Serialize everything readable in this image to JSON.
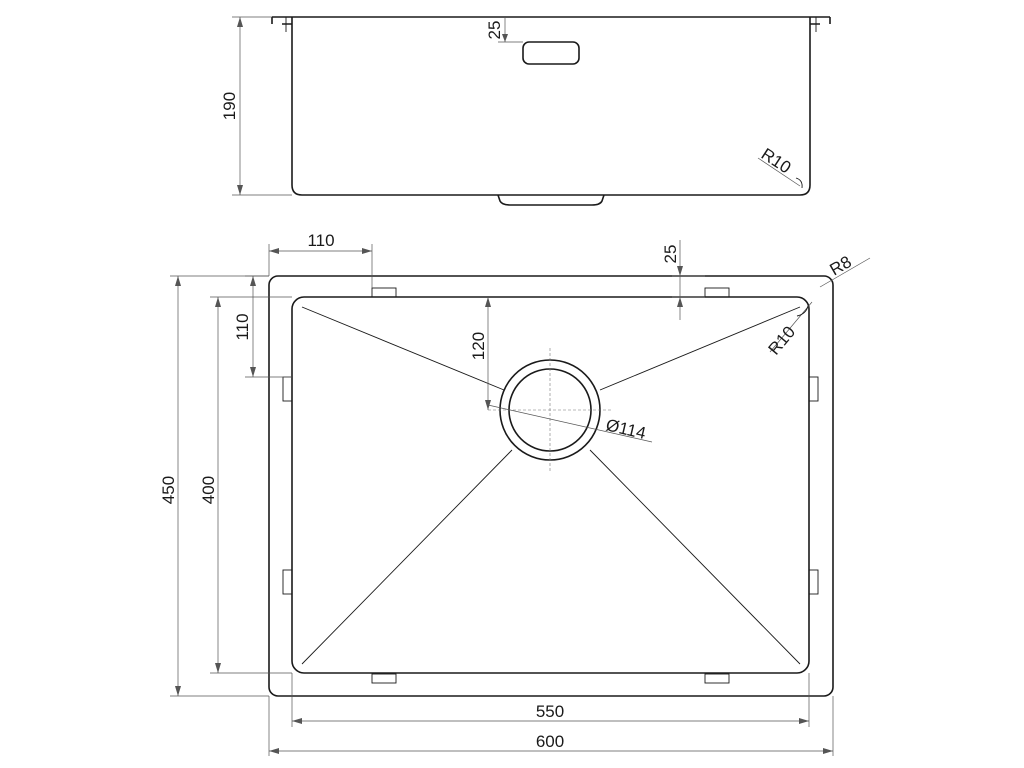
{
  "dimensions": {
    "side_height": "190",
    "side_top_offset": "25",
    "side_radius": "R10",
    "top_left_offset": "110",
    "top_right_offset": "25",
    "outer_radius": "R8",
    "inner_radius": "R10",
    "left_offset": "110",
    "drain_offset": "120",
    "drain_diameter": "Ø114",
    "outer_depth": "450",
    "inner_depth": "400",
    "inner_width": "550",
    "outer_width": "600"
  }
}
